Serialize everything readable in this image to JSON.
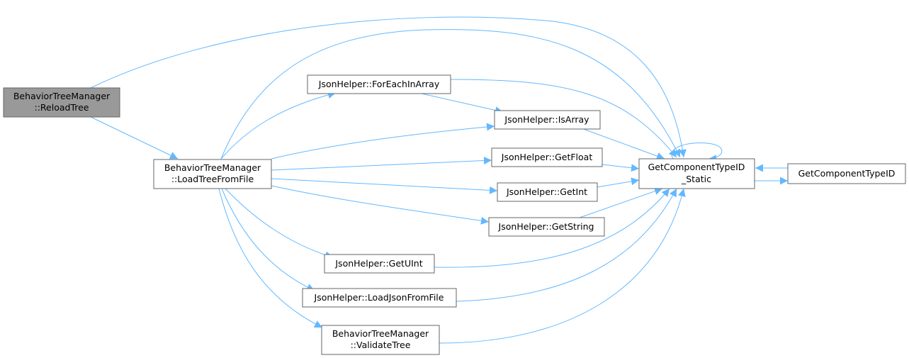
{
  "diagram": {
    "type": "call-graph",
    "colors": {
      "edge": "#63b8ff",
      "node_fill": "#ffffff",
      "node_border": "#666666",
      "root_fill": "#999999"
    },
    "nodes": {
      "reload_tree": {
        "line1": "BehaviorTreeManager",
        "line2": "::ReloadTree"
      },
      "load_tree_from_file": {
        "line1": "BehaviorTreeManager",
        "line2": "::LoadTreeFromFile"
      },
      "for_each_in_array": {
        "label": "JsonHelper::ForEachInArray"
      },
      "is_array": {
        "label": "JsonHelper::IsArray"
      },
      "get_float": {
        "label": "JsonHelper::GetFloat"
      },
      "get_int": {
        "label": "JsonHelper::GetInt"
      },
      "get_string": {
        "label": "JsonHelper::GetString"
      },
      "get_uint": {
        "label": "JsonHelper::GetUInt"
      },
      "load_json_from_file": {
        "label": "JsonHelper::LoadJsonFromFile"
      },
      "validate_tree": {
        "line1": "BehaviorTreeManager",
        "line2": "::ValidateTree"
      },
      "get_component_type_id_static": {
        "line1": "GetComponentTypeID",
        "line2": "_Static"
      },
      "get_component_type_id": {
        "label": "GetComponentTypeID"
      }
    },
    "edges": [
      {
        "from": "reload_tree",
        "to": "load_tree_from_file"
      },
      {
        "from": "reload_tree",
        "to": "get_component_type_id_static"
      },
      {
        "from": "load_tree_from_file",
        "to": "for_each_in_array"
      },
      {
        "from": "load_tree_from_file",
        "to": "is_array"
      },
      {
        "from": "load_tree_from_file",
        "to": "get_float"
      },
      {
        "from": "load_tree_from_file",
        "to": "get_int"
      },
      {
        "from": "load_tree_from_file",
        "to": "get_string"
      },
      {
        "from": "load_tree_from_file",
        "to": "get_uint"
      },
      {
        "from": "load_tree_from_file",
        "to": "load_json_from_file"
      },
      {
        "from": "load_tree_from_file",
        "to": "validate_tree"
      },
      {
        "from": "load_tree_from_file",
        "to": "get_component_type_id_static"
      },
      {
        "from": "for_each_in_array",
        "to": "is_array"
      },
      {
        "from": "for_each_in_array",
        "to": "get_component_type_id_static"
      },
      {
        "from": "is_array",
        "to": "get_component_type_id_static"
      },
      {
        "from": "get_float",
        "to": "get_component_type_id_static"
      },
      {
        "from": "get_int",
        "to": "get_component_type_id_static"
      },
      {
        "from": "get_string",
        "to": "get_component_type_id_static"
      },
      {
        "from": "get_uint",
        "to": "get_component_type_id_static"
      },
      {
        "from": "load_json_from_file",
        "to": "get_component_type_id_static"
      },
      {
        "from": "validate_tree",
        "to": "get_component_type_id_static"
      },
      {
        "from": "get_component_type_id_static",
        "to": "get_component_type_id_static"
      },
      {
        "from": "get_component_type_id_static",
        "to": "get_component_type_id"
      },
      {
        "from": "get_component_type_id",
        "to": "get_component_type_id_static"
      }
    ]
  }
}
